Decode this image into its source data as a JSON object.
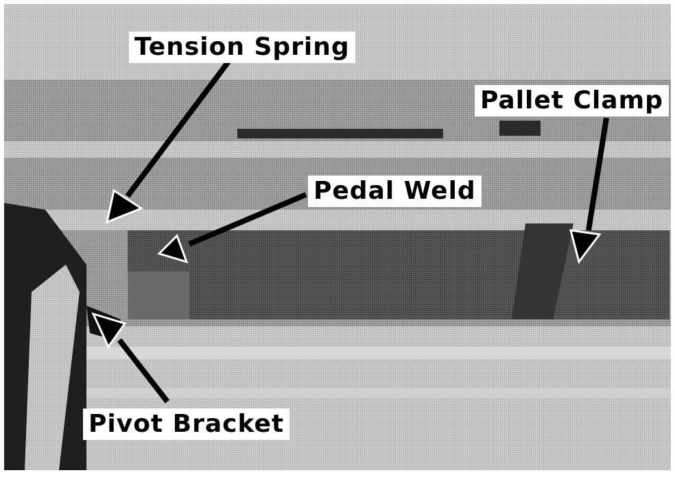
{
  "labels": {
    "tension_spring": "Tension Spring",
    "pallet_clamp": "Pallet Clamp",
    "pedal_weld": "Pedal Weld",
    "pivot_bracket": "Pivot Bracket"
  },
  "colors": {
    "label_bg": "#ffffff",
    "label_text": "#000000",
    "arrow": "#000000"
  }
}
